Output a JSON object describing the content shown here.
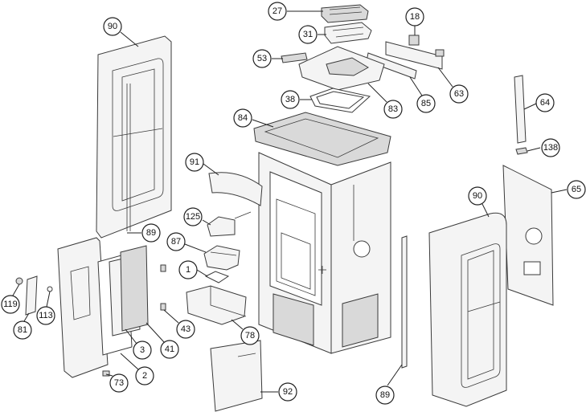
{
  "callouts": [
    {
      "id": "c-27",
      "label": "27"
    },
    {
      "id": "c-18",
      "label": "18"
    },
    {
      "id": "c-90a",
      "label": "90"
    },
    {
      "id": "c-31",
      "label": "31"
    },
    {
      "id": "c-53",
      "label": "53"
    },
    {
      "id": "c-63",
      "label": "63"
    },
    {
      "id": "c-38",
      "label": "38"
    },
    {
      "id": "c-83",
      "label": "83"
    },
    {
      "id": "c-85",
      "label": "85"
    },
    {
      "id": "c-64",
      "label": "64"
    },
    {
      "id": "c-84",
      "label": "84"
    },
    {
      "id": "c-138",
      "label": "138"
    },
    {
      "id": "c-91",
      "label": "91"
    },
    {
      "id": "c-65",
      "label": "65"
    },
    {
      "id": "c-90b",
      "label": "90"
    },
    {
      "id": "c-125",
      "label": "125"
    },
    {
      "id": "c-89a",
      "label": "89"
    },
    {
      "id": "c-87",
      "label": "87"
    },
    {
      "id": "c-1",
      "label": "1"
    },
    {
      "id": "c-119",
      "label": "119"
    },
    {
      "id": "c-113",
      "label": "113"
    },
    {
      "id": "c-81",
      "label": "81"
    },
    {
      "id": "c-43",
      "label": "43"
    },
    {
      "id": "c-78",
      "label": "78"
    },
    {
      "id": "c-3",
      "label": "3"
    },
    {
      "id": "c-41",
      "label": "41"
    },
    {
      "id": "c-2",
      "label": "2"
    },
    {
      "id": "c-73",
      "label": "73"
    },
    {
      "id": "c-92",
      "label": "92"
    },
    {
      "id": "c-89b",
      "label": "89"
    }
  ]
}
